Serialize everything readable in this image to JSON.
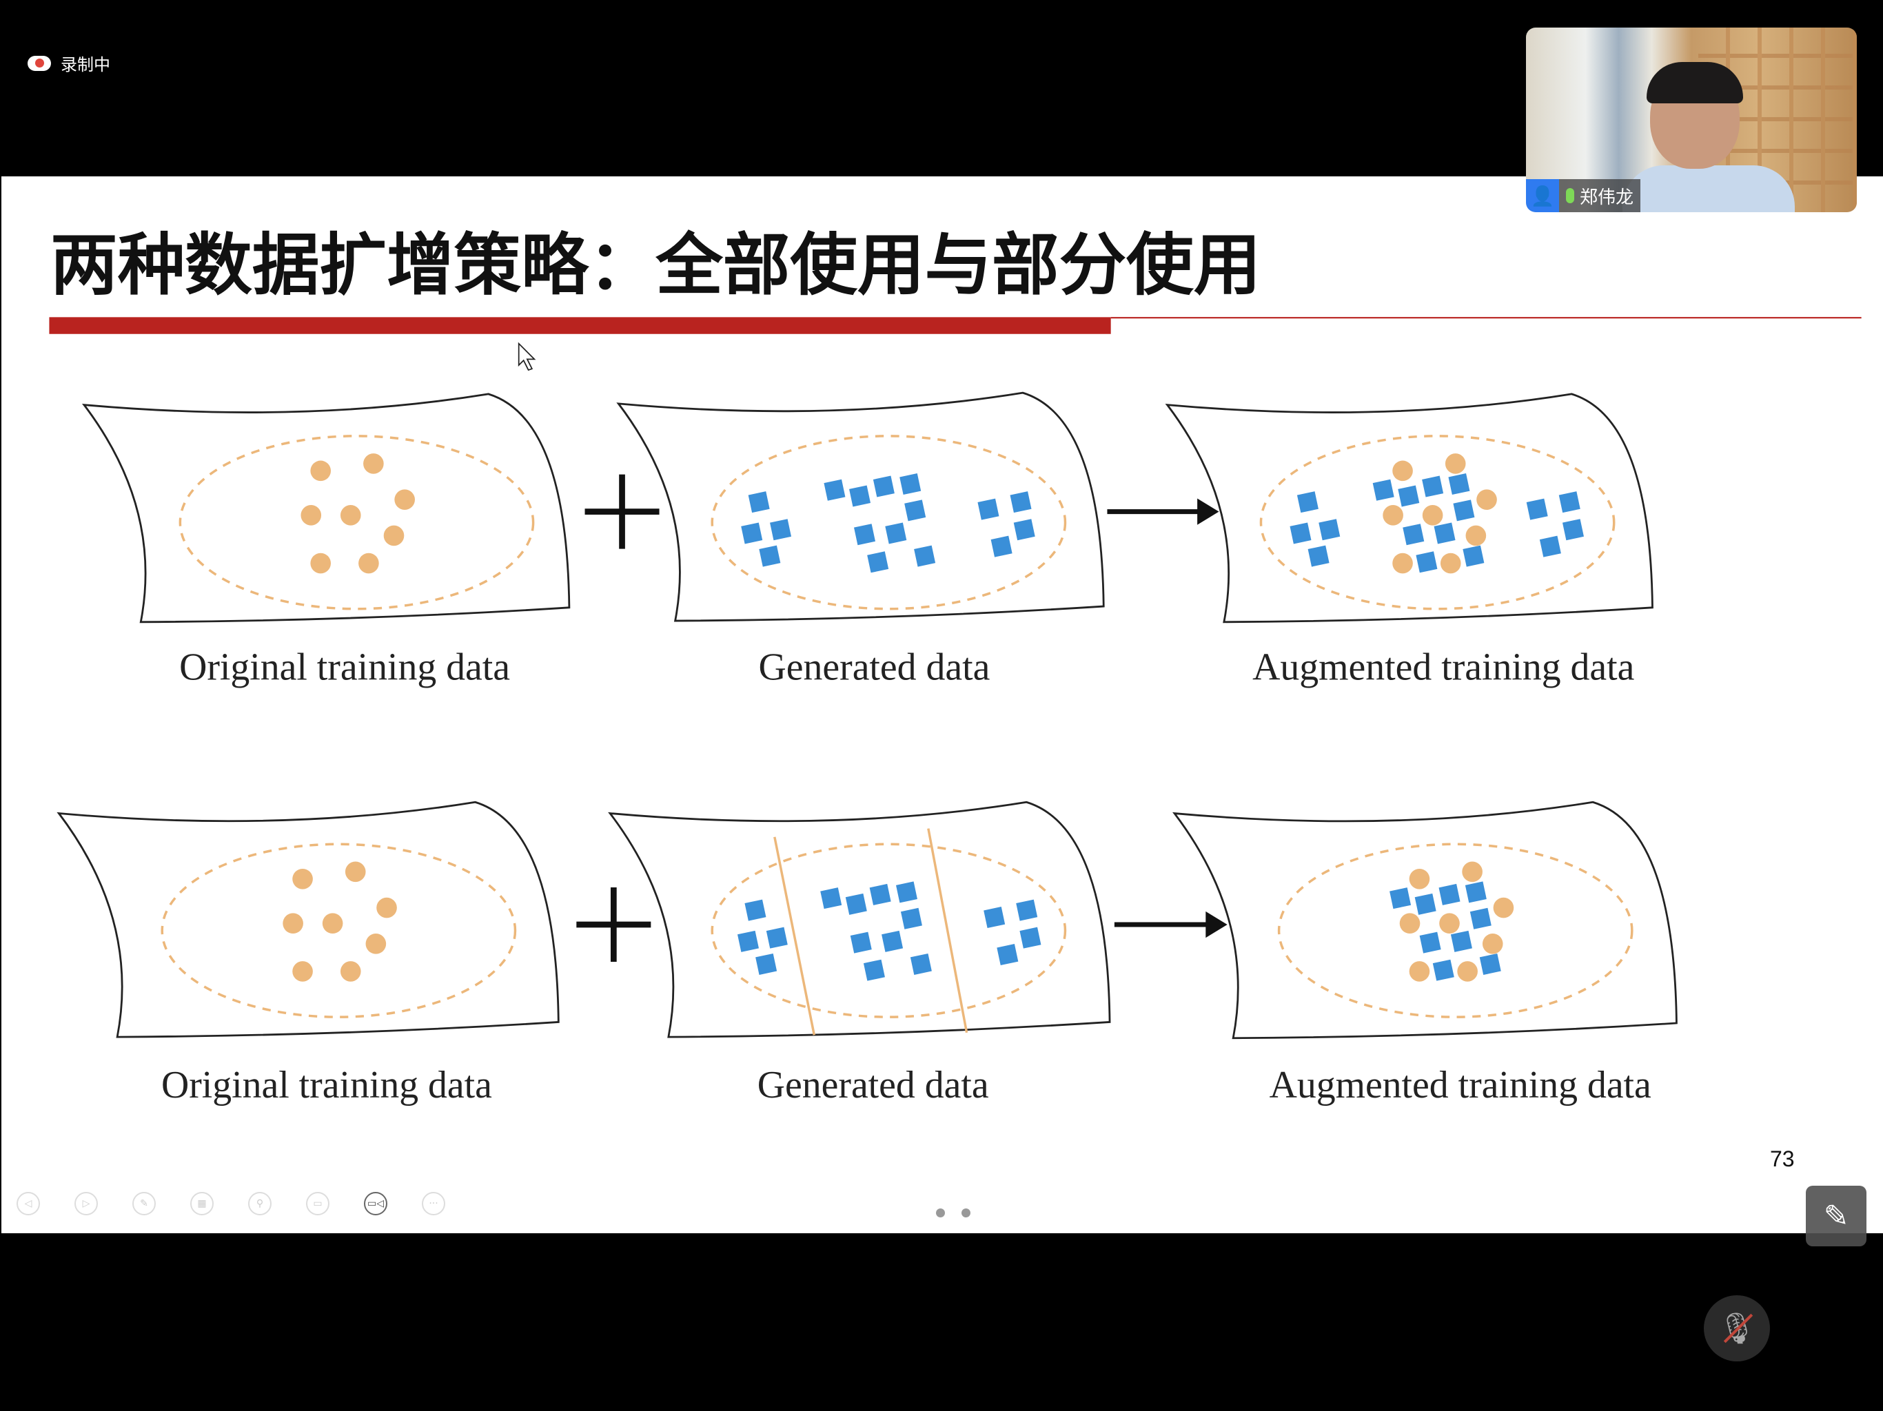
{
  "recording": {
    "label": "录制中",
    "icon": "cloud-record-icon"
  },
  "video": {
    "participant_name": "郑伟龙",
    "avatar_icon": "person-icon",
    "mic_icon": "microphone-icon"
  },
  "slide": {
    "title": "两种数据扩增策略：全部使用与部分使用",
    "page_number": "73",
    "rows": [
      {
        "strategy": "all",
        "labels": [
          "Original training data",
          "Generated data",
          "Augmented training data"
        ]
      },
      {
        "strategy": "partial",
        "labels": [
          "Original training data",
          "Generated data",
          "Augmented training data"
        ]
      }
    ],
    "colors": {
      "accent_red": "#b9231f",
      "original_dot": "#ecb77a",
      "generated_square": "#3a8fd8",
      "outline": "#222222"
    }
  },
  "toolbar": {
    "items": [
      "previous",
      "next",
      "pen",
      "slides",
      "zoom",
      "subtitles",
      "camera",
      "more"
    ],
    "glyphs": [
      "◁",
      "▷",
      "✎",
      "▦",
      "⚲",
      "▭",
      "▭◁",
      "···"
    ]
  },
  "pager": {
    "pages": 2
  },
  "controls": {
    "edit_icon": "✎",
    "mute_icon": "🎙"
  }
}
